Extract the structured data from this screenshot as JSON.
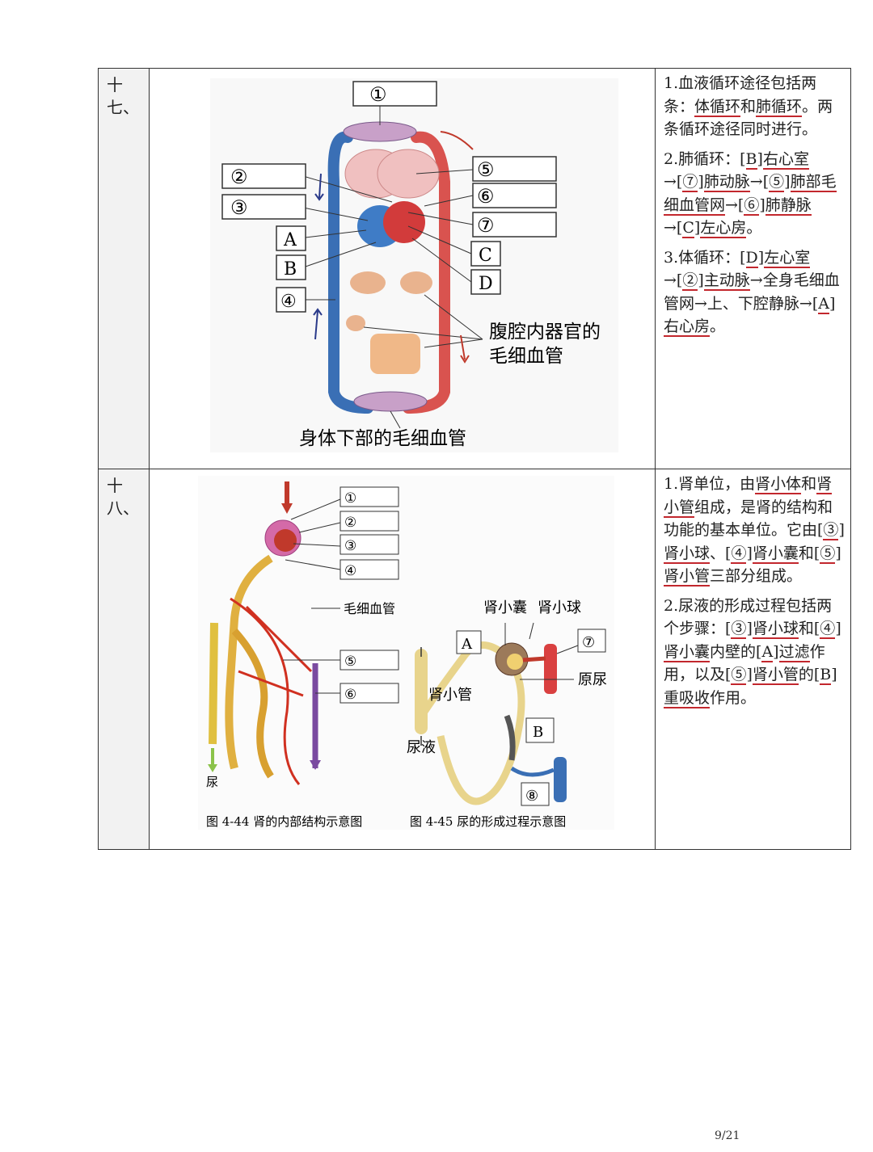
{
  "page_number": "9/21",
  "rows": [
    {
      "number": "十七、",
      "figure": {
        "boxes": [
          "①",
          "②",
          "③",
          "⑤",
          "⑥",
          "⑦",
          "A",
          "B",
          "C",
          "D",
          "④"
        ],
        "abdomen_label_1": "腹腔内器官的",
        "abdomen_label_2": "毛细血管",
        "lower_body_label": "身体下部的毛细血管"
      },
      "paragraphs": [
        [
          {
            "t": "1.血液循环途径包括两条："
          },
          {
            "t": "体循环",
            "u": true
          },
          {
            "t": "和"
          },
          {
            "t": "肺循环",
            "u": true
          },
          {
            "t": "。两条循环途径同时进行。"
          }
        ],
        [
          {
            "t": "2.肺循环：["
          },
          {
            "t": "B",
            "u": true
          },
          {
            "t": "]"
          },
          {
            "t": "右心室",
            "u": true
          },
          {
            "t": "→["
          },
          {
            "t": "⑦",
            "u": true
          },
          {
            "t": "]"
          },
          {
            "t": "肺动脉",
            "u": true
          },
          {
            "t": "→["
          },
          {
            "t": "⑤",
            "u": true
          },
          {
            "t": "]"
          },
          {
            "t": "肺部毛细血管网",
            "u": true
          },
          {
            "t": "→["
          },
          {
            "t": "⑥",
            "u": true
          },
          {
            "t": "]"
          },
          {
            "t": "肺静脉",
            "u": true
          },
          {
            "t": "→["
          },
          {
            "t": "C",
            "u": true
          },
          {
            "t": "]"
          },
          {
            "t": "左心房",
            "u": true
          },
          {
            "t": "。"
          }
        ],
        [
          {
            "t": "3.体循环：["
          },
          {
            "t": "D",
            "u": true
          },
          {
            "t": "]"
          },
          {
            "t": "左心室",
            "u": true
          },
          {
            "t": "→["
          },
          {
            "t": "②",
            "u": true
          },
          {
            "t": "]"
          },
          {
            "t": "主动脉",
            "u": true
          },
          {
            "t": "→全身毛细血管网→上、下腔静脉→["
          },
          {
            "t": "A",
            "u": true
          },
          {
            "t": "]"
          },
          {
            "t": "右心房",
            "u": true
          },
          {
            "t": "。"
          }
        ]
      ]
    },
    {
      "number": "十八、",
      "figure": {
        "left_boxes": [
          "①",
          "②",
          "③",
          "④",
          "⑤",
          "⑥"
        ],
        "capillary_label": "毛细血管",
        "urine_left": "尿",
        "caption_left": "图 4-44 肾的内部结构示意图",
        "capsule_label": "肾小囊",
        "glomerulus_label": "肾小球",
        "tubule_label": "肾小管",
        "urine_label": "尿液",
        "primary_urine_label": "原尿",
        "right_boxes": [
          "A",
          "⑦",
          "B",
          "⑧"
        ],
        "caption_right": "图 4-45 尿的形成过程示意图"
      },
      "paragraphs": [
        [
          {
            "t": "1.肾单位，由"
          },
          {
            "t": "肾小体",
            "u": true
          },
          {
            "t": "和"
          },
          {
            "t": "肾小管",
            "u": true
          },
          {
            "t": "组成，是肾的结构和功能的基本单位。它由["
          },
          {
            "t": "③",
            "u": true
          },
          {
            "t": "]"
          },
          {
            "t": "肾小球",
            "u": true
          },
          {
            "t": "、["
          },
          {
            "t": "④",
            "u": true
          },
          {
            "t": "]"
          },
          {
            "t": "肾小囊",
            "u": true
          },
          {
            "t": "和["
          },
          {
            "t": "⑤",
            "u": true
          },
          {
            "t": "]"
          },
          {
            "t": "肾小管",
            "u": true
          },
          {
            "t": "三部分组成。"
          }
        ],
        [
          {
            "t": "2.尿液的形成过程包括两个步骤：["
          },
          {
            "t": "③",
            "u": true
          },
          {
            "t": "]"
          },
          {
            "t": "肾小球",
            "u": true
          },
          {
            "t": "和["
          },
          {
            "t": "④",
            "u": true
          },
          {
            "t": "]"
          },
          {
            "t": "肾小囊",
            "u": true
          },
          {
            "t": "内壁的["
          },
          {
            "t": "A",
            "u": true
          },
          {
            "t": "]"
          },
          {
            "t": "过滤",
            "u": true
          },
          {
            "t": "作用，以及["
          },
          {
            "t": "⑤",
            "u": true
          },
          {
            "t": "]"
          },
          {
            "t": "肾小管",
            "u": true
          },
          {
            "t": "的["
          },
          {
            "t": "B",
            "u": true
          },
          {
            "t": "]"
          },
          {
            "t": "重吸收",
            "u": true
          },
          {
            "t": "作用。"
          }
        ]
      ]
    }
  ]
}
